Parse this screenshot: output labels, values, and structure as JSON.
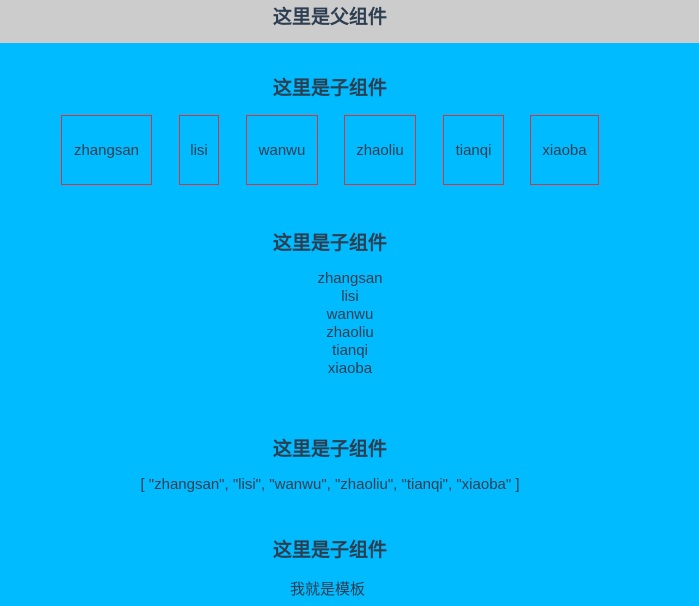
{
  "parent": {
    "title": "这里是父组件"
  },
  "children": [
    {
      "title": "这里是子组件",
      "names": [
        "zhangsan",
        "lisi",
        "wanwu",
        "zhaoliu",
        "tianqi",
        "xiaoba"
      ]
    },
    {
      "title": "这里是子组件",
      "names": [
        "zhangsan",
        "lisi",
        "wanwu",
        "zhaoliu",
        "tianqi",
        "xiaoba"
      ]
    },
    {
      "title": "这里是子组件",
      "array_text": "[ \"zhangsan\", \"lisi\", \"wanwu\", \"zhaoliu\", \"tianqi\", \"xiaoba\" ]"
    },
    {
      "title": "这里是子组件",
      "template_text": "我就是模板"
    }
  ],
  "colors": {
    "background": "#00bbff",
    "header": "#cccccc",
    "box_border": "#d4363f",
    "text": "#2c3e50"
  }
}
